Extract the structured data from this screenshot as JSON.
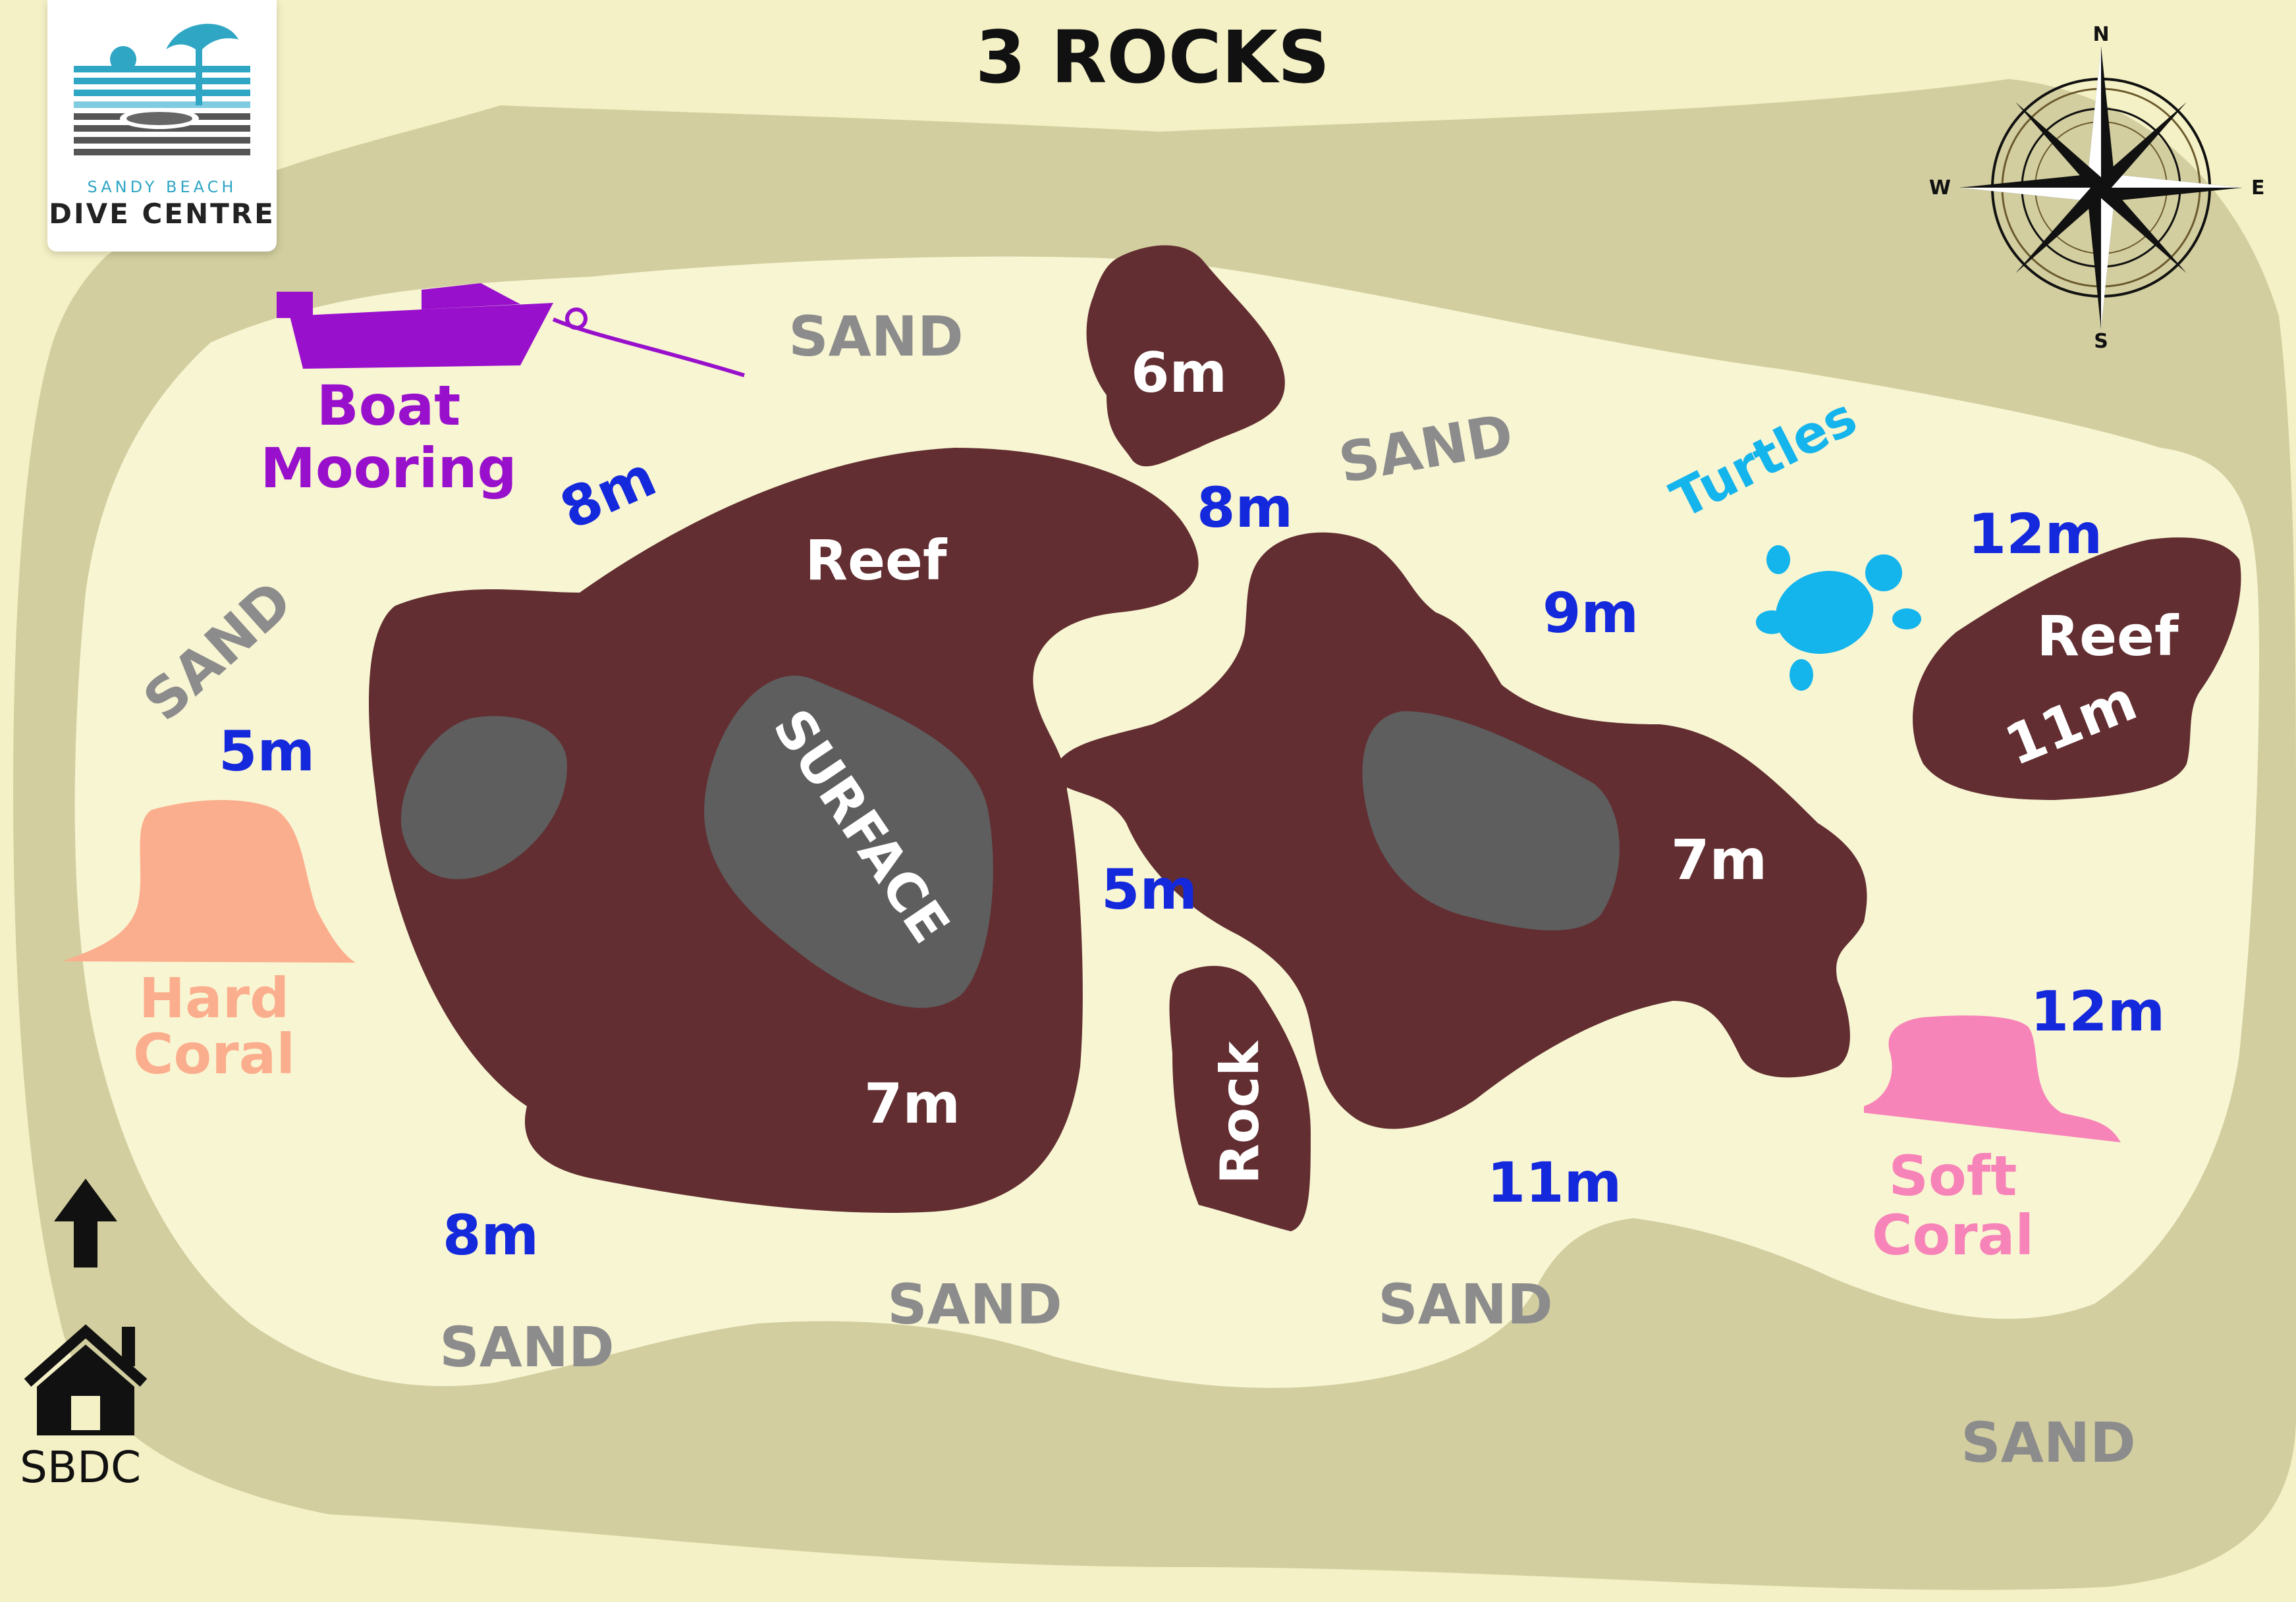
{
  "title": "3 ROCKS",
  "logo": {
    "line1": "SANDY BEACH",
    "line2": "DIVE CENTRE"
  },
  "compass": {
    "n": "N",
    "s": "S",
    "e": "E",
    "w": "W"
  },
  "labels": {
    "boat_mooring_1": "Boat",
    "boat_mooring_2": "Mooring",
    "hard_coral_1": "Hard",
    "hard_coral_2": "Coral",
    "soft_coral_1": "Soft",
    "soft_coral_2": "Coral",
    "turtles": "Turtles",
    "reef_left": "Reef",
    "reef_right": "Reef",
    "surface": "SURFACE",
    "rock": "Rock",
    "sbdc": "SBDC"
  },
  "sand": {
    "top_mid": "SAND",
    "top_right": "SAND",
    "left": "SAND",
    "bottom_left": "SAND",
    "bottom_mid": "SAND",
    "bottom_center": "SAND",
    "bottom_right": "SAND"
  },
  "depths": {
    "top_left_8m": "8m",
    "top_rock_6m": "6m",
    "gap_8m": "8m",
    "mid_9m": "9m",
    "right_12m_top": "12m",
    "right_reef_11m": "11m",
    "left_5m": "5m",
    "center_5m": "5m",
    "right_rock_7m": "7m",
    "left_rock_7m": "7m",
    "bottom_8m": "8m",
    "bottom_11m": "11m",
    "right_12m_bottom": "12m"
  },
  "colors": {
    "background": "#f5f1c6",
    "outer_sand": "#d2ce9f",
    "inner_sand": "#f8f5d3",
    "rock": "#622e31",
    "surface": "#5e5e5e",
    "depth_text": "#1428dc",
    "sand_text": "#8c8c8c",
    "boat": "#9810cc",
    "turtle": "#14b4ec",
    "hard_coral": "#fbae8d",
    "soft_coral": "#f784b8"
  },
  "icons": [
    "boat-icon",
    "turtle-icon",
    "house-icon",
    "north-arrow-icon",
    "compass-rose-icon",
    "logo-icon"
  ]
}
